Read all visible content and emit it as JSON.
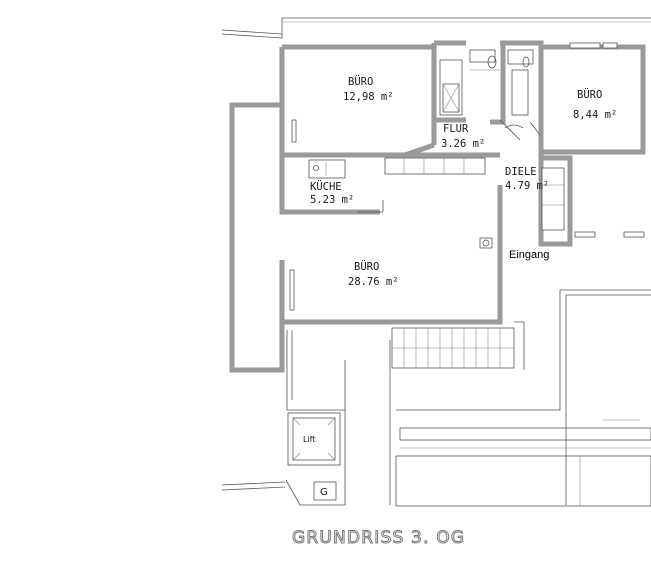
{
  "plan": {
    "title": "GRUNDRISS 3. OG",
    "rooms": [
      {
        "id": "buero-nw",
        "name": "BÜRO",
        "area": "12,98 m²"
      },
      {
        "id": "buero-ne",
        "name": "BÜRO",
        "area": "8,44 m²"
      },
      {
        "id": "flur",
        "name": "FLUR",
        "area": "3.26 m²"
      },
      {
        "id": "diele",
        "name": "DIELE",
        "area": "4.79 m²"
      },
      {
        "id": "kueche",
        "name": "KÜCHE",
        "area": "5.23 m²"
      },
      {
        "id": "buero-main",
        "name": "BÜRO",
        "area": "28.76 m²"
      }
    ],
    "entrance_label": "Eingang",
    "lift_label": "Lift",
    "g_label": "G"
  }
}
